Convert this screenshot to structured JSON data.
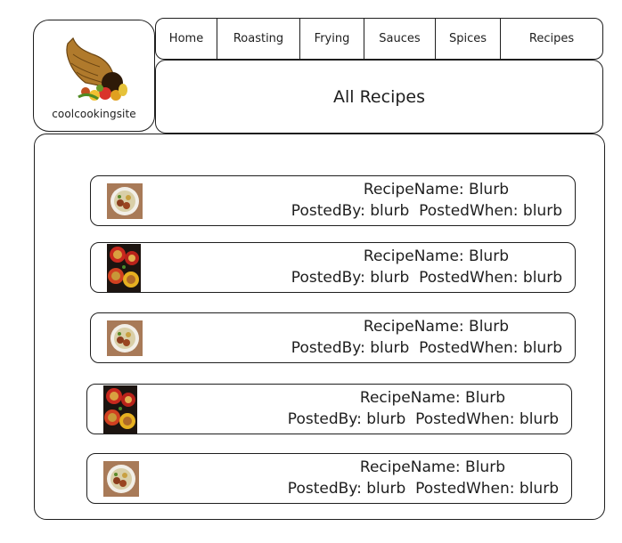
{
  "logo": {
    "site_name": "coolcookingsite"
  },
  "nav": {
    "items": [
      "Home",
      "Roasting",
      "Frying",
      "Sauces",
      "Spices",
      "Recipes"
    ]
  },
  "header": {
    "title": "All Recipes"
  },
  "recipes": [
    {
      "name_label": "RecipeName:",
      "name": "Blurb",
      "posted_by_label": "PostedBy:",
      "posted_by": "blurb",
      "posted_when_label": "PostedWhen:",
      "posted_when": "blurb",
      "thumb": "plate-icon"
    },
    {
      "name_label": "RecipeName:",
      "name": "Blurb",
      "posted_by_label": "PostedBy:",
      "posted_by": "blurb",
      "posted_when_label": "PostedWhen:",
      "posted_when": "blurb",
      "thumb": "stuffed-peppers-icon"
    },
    {
      "name_label": "RecipeName:",
      "name": "Blurb",
      "posted_by_label": "PostedBy:",
      "posted_by": "blurb",
      "posted_when_label": "PostedWhen:",
      "posted_when": "blurb",
      "thumb": "plate-icon"
    },
    {
      "name_label": "RecipeName:",
      "name": "Blurb",
      "posted_by_label": "PostedBy:",
      "posted_by": "blurb",
      "posted_when_label": "PostedWhen:",
      "posted_when": "blurb",
      "thumb": "stuffed-peppers-icon"
    },
    {
      "name_label": "RecipeName:",
      "name": "Blurb",
      "posted_by_label": "PostedBy:",
      "posted_by": "blurb",
      "posted_when_label": "PostedWhen:",
      "posted_when": "blurb",
      "thumb": "plate-icon"
    }
  ],
  "colors": {
    "stroke": "#1e1e1e",
    "background": "#ffffff"
  }
}
